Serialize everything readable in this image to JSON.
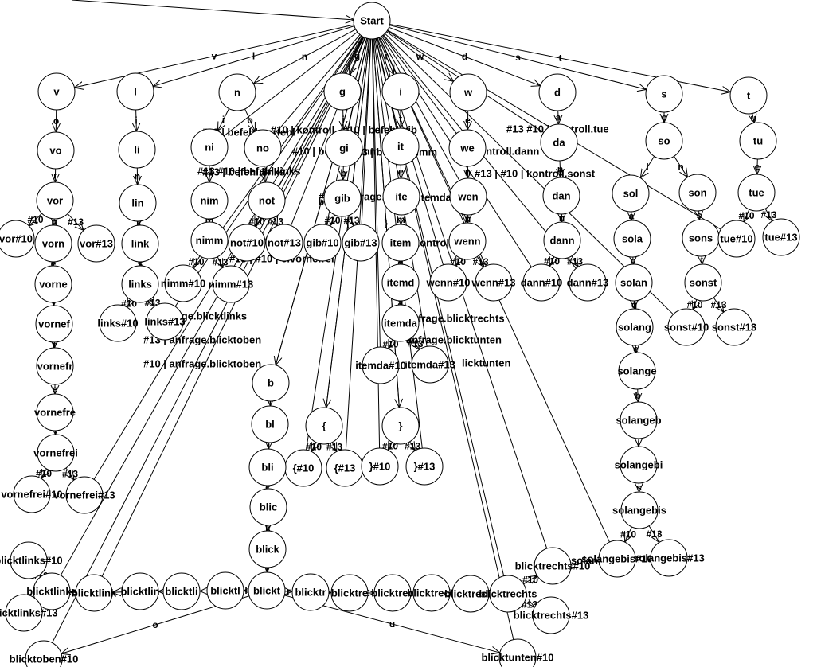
{
  "diagram": {
    "title": "State machine (lexer automaton)",
    "colors": {
      "background": "#ffffff",
      "stroke": "#000000",
      "text": "#000000"
    },
    "start_state": "Start",
    "states": [
      {
        "id": "Start",
        "label": "Start"
      },
      {
        "id": "v",
        "label": "v"
      },
      {
        "id": "vo",
        "label": "vo"
      },
      {
        "id": "vor",
        "label": "vor"
      },
      {
        "id": "vor#10",
        "label": "vor#10"
      },
      {
        "id": "vorn",
        "label": "vorn"
      },
      {
        "id": "vor#13",
        "label": "vor#13"
      },
      {
        "id": "vorne",
        "label": "vorne"
      },
      {
        "id": "vornef",
        "label": "vornef"
      },
      {
        "id": "vornefr",
        "label": "vornefr"
      },
      {
        "id": "vornefre",
        "label": "vornefre"
      },
      {
        "id": "vornefrei",
        "label": "vornefrei"
      },
      {
        "id": "vornefrei#10",
        "label": "vornefrei#10"
      },
      {
        "id": "vornefrei#13",
        "label": "vornefrei#13"
      },
      {
        "id": "l",
        "label": "l"
      },
      {
        "id": "li",
        "label": "li"
      },
      {
        "id": "lin",
        "label": "lin"
      },
      {
        "id": "link",
        "label": "link"
      },
      {
        "id": "links",
        "label": "links"
      },
      {
        "id": "links#10",
        "label": "links#10"
      },
      {
        "id": "links#13",
        "label": "links#13"
      },
      {
        "id": "n",
        "label": "n"
      },
      {
        "id": "ni",
        "label": "ni"
      },
      {
        "id": "nim",
        "label": "nim"
      },
      {
        "id": "nimm",
        "label": "nimm"
      },
      {
        "id": "nimm#10",
        "label": "nimm#10"
      },
      {
        "id": "nimm#13",
        "label": "nimm#13"
      },
      {
        "id": "no",
        "label": "no"
      },
      {
        "id": "not",
        "label": "not"
      },
      {
        "id": "not#10",
        "label": "not#10"
      },
      {
        "id": "not#13",
        "label": "not#13"
      },
      {
        "id": "g",
        "label": "g"
      },
      {
        "id": "gi",
        "label": "gi"
      },
      {
        "id": "gib",
        "label": "gib"
      },
      {
        "id": "gib#10",
        "label": "gib#10"
      },
      {
        "id": "gib#13",
        "label": "gib#13"
      },
      {
        "id": "i",
        "label": "i"
      },
      {
        "id": "it",
        "label": "it"
      },
      {
        "id": "ite",
        "label": "ite"
      },
      {
        "id": "item",
        "label": "item"
      },
      {
        "id": "itemd",
        "label": "itemd"
      },
      {
        "id": "itemda",
        "label": "itemda"
      },
      {
        "id": "itemda#10",
        "label": "itemda#10"
      },
      {
        "id": "itemda#13",
        "label": "itemda#13"
      },
      {
        "id": "w",
        "label": "w"
      },
      {
        "id": "we",
        "label": "we"
      },
      {
        "id": "wen",
        "label": "wen"
      },
      {
        "id": "wenn",
        "label": "wenn"
      },
      {
        "id": "wenn#10",
        "label": "wenn#10"
      },
      {
        "id": "wenn#13",
        "label": "wenn#13"
      },
      {
        "id": "d",
        "label": "d"
      },
      {
        "id": "da",
        "label": "da"
      },
      {
        "id": "dan",
        "label": "dan"
      },
      {
        "id": "dann",
        "label": "dann"
      },
      {
        "id": "dann#10",
        "label": "dann#10"
      },
      {
        "id": "dann#13",
        "label": "dann#13"
      },
      {
        "id": "s",
        "label": "s"
      },
      {
        "id": "so",
        "label": "so"
      },
      {
        "id": "sol",
        "label": "sol"
      },
      {
        "id": "sola",
        "label": "sola"
      },
      {
        "id": "solan",
        "label": "solan"
      },
      {
        "id": "solang",
        "label": "solang"
      },
      {
        "id": "solange",
        "label": "solange"
      },
      {
        "id": "solangeb",
        "label": "solangeb"
      },
      {
        "id": "solangebi",
        "label": "solangebi"
      },
      {
        "id": "solangebis",
        "label": "solangebis"
      },
      {
        "id": "solangebis#10",
        "label": "solangebis#10"
      },
      {
        "id": "solangebis#13",
        "label": "solangebis#13"
      },
      {
        "id": "son",
        "label": "son"
      },
      {
        "id": "sons",
        "label": "sons"
      },
      {
        "id": "sonst",
        "label": "sonst"
      },
      {
        "id": "sonst#10",
        "label": "sonst#10"
      },
      {
        "id": "sonst#13",
        "label": "sonst#13"
      },
      {
        "id": "t",
        "label": "t"
      },
      {
        "id": "tu",
        "label": "tu"
      },
      {
        "id": "tue",
        "label": "tue"
      },
      {
        "id": "tue#10",
        "label": "tue#10"
      },
      {
        "id": "tue#13",
        "label": "tue#13"
      },
      {
        "id": "{",
        "label": "{"
      },
      {
        "id": "{#10",
        "label": "{#10"
      },
      {
        "id": "{#13",
        "label": "{#13"
      },
      {
        "id": "}",
        "label": "}"
      },
      {
        "id": "}#10",
        "label": "}#10"
      },
      {
        "id": "}#13",
        "label": "}#13"
      },
      {
        "id": "b",
        "label": "b"
      },
      {
        "id": "bl",
        "label": "bl"
      },
      {
        "id": "bli",
        "label": "bli"
      },
      {
        "id": "blic",
        "label": "blic"
      },
      {
        "id": "blick",
        "label": "blick"
      },
      {
        "id": "blickt",
        "label": "blickt"
      },
      {
        "id": "blicktl1",
        "label": "blicktl"
      },
      {
        "id": "blicktl2",
        "label": "blicktli"
      },
      {
        "id": "blicktl3",
        "label": "blicktlin"
      },
      {
        "id": "blicktl4",
        "label": "blicktlink"
      },
      {
        "id": "blicktl5",
        "label": "blicktlinks"
      },
      {
        "id": "blicktlinks#10",
        "label": "blicktlinks#10"
      },
      {
        "id": "blicktlinks#13",
        "label": "blicktlinks#13"
      },
      {
        "id": "blicktr1",
        "label": "blicktr"
      },
      {
        "id": "blicktr2",
        "label": "blicktre"
      },
      {
        "id": "blicktr3",
        "label": "blicktrec"
      },
      {
        "id": "blicktr4",
        "label": "blicktrech"
      },
      {
        "id": "blicktr5",
        "label": "blicktrecht"
      },
      {
        "id": "blicktr6",
        "label": "blicktrechts"
      },
      {
        "id": "blicktrechts#10",
        "label": "blicktrechts#10"
      },
      {
        "id": "blicktrechts#13",
        "label": "blicktrechts#13"
      },
      {
        "id": "blicktoben#10",
        "label": "blicktoben#10"
      },
      {
        "id": "blicktunten#10",
        "label": "blicktunten#10"
      }
    ],
    "transitions": [
      {
        "from": "Start",
        "to": "v",
        "label": "v"
      },
      {
        "from": "Start",
        "to": "l",
        "label": "l"
      },
      {
        "from": "Start",
        "to": "n",
        "label": "n"
      },
      {
        "from": "Start",
        "to": "g",
        "label": "g"
      },
      {
        "from": "Start",
        "to": "i",
        "label": "i"
      },
      {
        "from": "Start",
        "to": "w",
        "label": "w"
      },
      {
        "from": "Start",
        "to": "d",
        "label": "d"
      },
      {
        "from": "Start",
        "to": "s",
        "label": "s"
      },
      {
        "from": "Start",
        "to": "t",
        "label": "t"
      },
      {
        "from": "v",
        "to": "vo",
        "label": "o"
      },
      {
        "from": "vo",
        "to": "vor",
        "label": "r"
      },
      {
        "from": "vor",
        "to": "vor#10",
        "label": "#10"
      },
      {
        "from": "vor",
        "to": "vorn",
        "label": "n"
      },
      {
        "from": "vor",
        "to": "vor#13",
        "label": "#13"
      },
      {
        "from": "vorn",
        "to": "vorne",
        "label": "e"
      },
      {
        "from": "vorne",
        "to": "vornef",
        "label": "f"
      },
      {
        "from": "vornef",
        "to": "vornefr",
        "label": "r"
      },
      {
        "from": "vornefr",
        "to": "vornefre",
        "label": "e"
      },
      {
        "from": "vornefre",
        "to": "vornefrei",
        "label": "i"
      },
      {
        "from": "vornefrei",
        "to": "vornefrei#10",
        "label": "#10"
      },
      {
        "from": "vornefrei",
        "to": "vornefrei#13",
        "label": "#13"
      },
      {
        "from": "l",
        "to": "li",
        "label": "i"
      },
      {
        "from": "li",
        "to": "lin",
        "label": "n"
      },
      {
        "from": "lin",
        "to": "link",
        "label": "k"
      },
      {
        "from": "link",
        "to": "links",
        "label": "s"
      },
      {
        "from": "links",
        "to": "links#10",
        "label": "#10"
      },
      {
        "from": "links",
        "to": "links#13",
        "label": "#13"
      },
      {
        "from": "n",
        "to": "ni",
        "label": "i"
      },
      {
        "from": "n",
        "to": "no",
        "label": "o"
      },
      {
        "from": "ni",
        "to": "nim",
        "label": "m"
      },
      {
        "from": "nim",
        "to": "nimm",
        "label": "m"
      },
      {
        "from": "nimm",
        "to": "nimm#10",
        "label": "#10"
      },
      {
        "from": "nimm",
        "to": "nimm#13",
        "label": "#13"
      },
      {
        "from": "no",
        "to": "not",
        "label": "t"
      },
      {
        "from": "not",
        "to": "not#10",
        "label": "#10"
      },
      {
        "from": "not",
        "to": "not#13",
        "label": "#13"
      },
      {
        "from": "g",
        "to": "gi",
        "label": "i"
      },
      {
        "from": "gi",
        "to": "gib",
        "label": "b"
      },
      {
        "from": "gib",
        "to": "gib#10",
        "label": "#10"
      },
      {
        "from": "gib",
        "to": "gib#13",
        "label": "#13"
      },
      {
        "from": "i",
        "to": "it",
        "label": "t"
      },
      {
        "from": "it",
        "to": "ite",
        "label": "e"
      },
      {
        "from": "ite",
        "to": "item",
        "label": "m"
      },
      {
        "from": "item",
        "to": "itemd",
        "label": "d"
      },
      {
        "from": "itemd",
        "to": "itemda",
        "label": "a"
      },
      {
        "from": "itemda",
        "to": "itemda#10",
        "label": "#10"
      },
      {
        "from": "itemda",
        "to": "itemda#13",
        "label": "#13"
      },
      {
        "from": "w",
        "to": "we",
        "label": "e"
      },
      {
        "from": "we",
        "to": "wen",
        "label": "n"
      },
      {
        "from": "wen",
        "to": "wenn",
        "label": "n"
      },
      {
        "from": "wenn",
        "to": "wenn#10",
        "label": "#10"
      },
      {
        "from": "wenn",
        "to": "wenn#13",
        "label": "#13"
      },
      {
        "from": "d",
        "to": "da",
        "label": "a"
      },
      {
        "from": "da",
        "to": "dan",
        "label": "n"
      },
      {
        "from": "dan",
        "to": "dann",
        "label": "n"
      },
      {
        "from": "dann",
        "to": "dann#10",
        "label": "#10"
      },
      {
        "from": "dann",
        "to": "dann#13",
        "label": "#13"
      },
      {
        "from": "s",
        "to": "so",
        "label": "o"
      },
      {
        "from": "so",
        "to": "sol",
        "label": "l"
      },
      {
        "from": "so",
        "to": "son",
        "label": "n"
      },
      {
        "from": "sol",
        "to": "sola",
        "label": "a"
      },
      {
        "from": "sola",
        "to": "solan",
        "label": "n"
      },
      {
        "from": "solan",
        "to": "solang",
        "label": "g"
      },
      {
        "from": "solang",
        "to": "solange",
        "label": "e"
      },
      {
        "from": "solange",
        "to": "solangeb",
        "label": "b"
      },
      {
        "from": "solangeb",
        "to": "solangebi",
        "label": "i"
      },
      {
        "from": "solangebi",
        "to": "solangebis",
        "label": "s"
      },
      {
        "from": "solangebis",
        "to": "solangebis#10",
        "label": "#10"
      },
      {
        "from": "solangebis",
        "to": "solangebis#13",
        "label": "#13"
      },
      {
        "from": "son",
        "to": "sons",
        "label": "s"
      },
      {
        "from": "sons",
        "to": "sonst",
        "label": "t"
      },
      {
        "from": "sonst",
        "to": "sonst#10",
        "label": "#10"
      },
      {
        "from": "sonst",
        "to": "sonst#13",
        "label": "#13"
      },
      {
        "from": "t",
        "to": "tu",
        "label": "u"
      },
      {
        "from": "tu",
        "to": "tue",
        "label": "e"
      },
      {
        "from": "tue",
        "to": "tue#10",
        "label": "#10"
      },
      {
        "from": "tue",
        "to": "tue#13",
        "label": "#13"
      },
      {
        "from": "Start",
        "to": "{",
        "label": "{"
      },
      {
        "from": "{",
        "to": "{#10",
        "label": "#10"
      },
      {
        "from": "{",
        "to": "{#13",
        "label": "#13"
      },
      {
        "from": "Start",
        "to": "}",
        "label": "}"
      },
      {
        "from": "}",
        "to": "}#10",
        "label": "#10"
      },
      {
        "from": "}",
        "to": "}#13",
        "label": "#13"
      },
      {
        "from": "Start",
        "to": "b",
        "label": "b"
      },
      {
        "from": "b",
        "to": "bl",
        "label": "l"
      },
      {
        "from": "bl",
        "to": "bli",
        "label": "i"
      },
      {
        "from": "bli",
        "to": "blic",
        "label": "c"
      },
      {
        "from": "blic",
        "to": "blick",
        "label": "k"
      },
      {
        "from": "blick",
        "to": "blickt",
        "label": "t"
      },
      {
        "from": "blickt",
        "to": "blicktl1",
        "label": "l"
      },
      {
        "from": "blickt",
        "to": "blicktr1",
        "label": "r"
      },
      {
        "from": "blickt",
        "to": "blicktoben#10",
        "label": "o"
      },
      {
        "from": "blickt",
        "to": "blicktunten#10",
        "label": "u"
      },
      {
        "from": "blicktl1",
        "to": "blicktl2",
        "label": ""
      },
      {
        "from": "blicktl2",
        "to": "blicktl3",
        "label": ""
      },
      {
        "from": "blicktl3",
        "to": "blicktl4",
        "label": ""
      },
      {
        "from": "blicktl4",
        "to": "blicktl5",
        "label": ""
      },
      {
        "from": "blicktl5",
        "to": "blicktlinks#10",
        "label": "#10"
      },
      {
        "from": "blicktl5",
        "to": "blicktlinks#13",
        "label": "#13"
      },
      {
        "from": "blicktr1",
        "to": "blicktr2",
        "label": ""
      },
      {
        "from": "blicktr2",
        "to": "blicktr3",
        "label": ""
      },
      {
        "from": "blicktr3",
        "to": "blicktr4",
        "label": ""
      },
      {
        "from": "blicktr4",
        "to": "blicktr5",
        "label": ""
      },
      {
        "from": "blicktr5",
        "to": "blicktr6",
        "label": ""
      },
      {
        "from": "blicktr6",
        "to": "blicktrechts#10",
        "label": "#10"
      },
      {
        "from": "blicktr6",
        "to": "blicktrechts#13",
        "label": "#13"
      }
    ],
    "action_labels": [
      "#13 | befehl.vorfehl",
      "#13 | befehl.links",
      "#13 #10 | befehl.links",
      "#10 | kontroll",
      "#10 | befehl.nimm",
      "#10 | befehl.gib",
      "#13 | befehl.nimm",
      "#13 #10 | kontroll.tue",
      "kontroll.dann",
      "#13 | #10 | kontroll.sonst",
      "#10 | anfrage.item",
      "itemda",
      "kontroll.}",
      "#13 | #10 | e.vornefrei",
      "anfrage.blicktlinks",
      "#13 | anfrage.blicktoben",
      "#10 | anfrage.blicktoben",
      "anfrage.blicktrechts",
      "anfrage.blicktunten",
      "licktunten",
      "solangebis"
    ]
  }
}
